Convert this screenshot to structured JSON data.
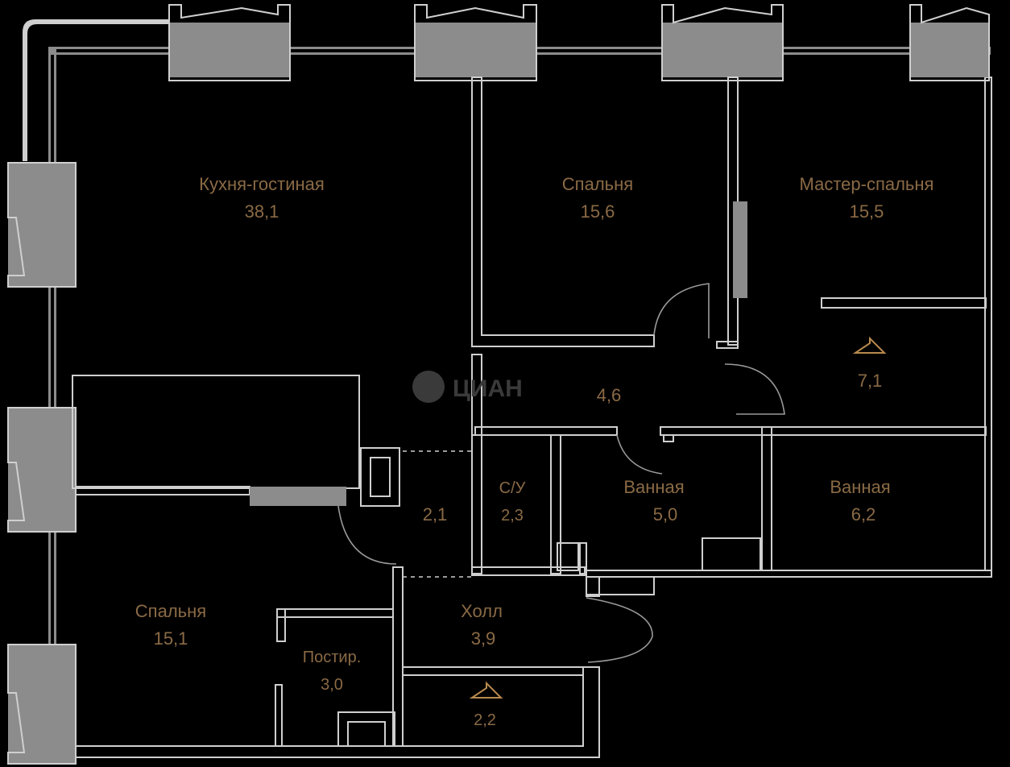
{
  "rooms": {
    "kitchen": {
      "name": "Кухня-гостиная",
      "area": "38,1"
    },
    "bedroom_top": {
      "name": "Спальня",
      "area": "15,6"
    },
    "master": {
      "name": "Мастер-спальня",
      "area": "15,5"
    },
    "wardrobe_master": {
      "area": "7,1"
    },
    "hall_center": {
      "area": "4,6"
    },
    "bath_1": {
      "name": "Ванная",
      "area": "5,0"
    },
    "bath_2": {
      "name": "Ванная",
      "area": "6,2"
    },
    "wc": {
      "name": "С/У",
      "area": "2,3"
    },
    "closet": {
      "area": "2,1"
    },
    "bedroom_bottom": {
      "name": "Спальня",
      "area": "15,1"
    },
    "laundry": {
      "name": "Постир.",
      "area": "3,0"
    },
    "hall": {
      "name": "Холл",
      "area": "3,9"
    },
    "wardrobe_hall": {
      "area": "2,2"
    }
  },
  "watermark": "ЦИАН",
  "colors": {
    "walls": "#8c8c8c",
    "outline": "#cfcfcf",
    "labels": "#8a6a45",
    "background": "#000000"
  },
  "icons": [
    "wardrobe-hanger-icon",
    "wardrobe-hanger-icon",
    "watermark-logo-icon"
  ]
}
